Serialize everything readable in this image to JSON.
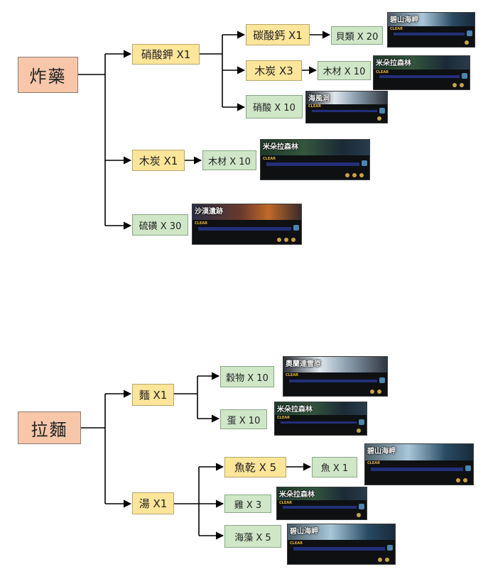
{
  "tree1": {
    "root": "炸藥",
    "potassium_nitrate": "硝酸鉀 X1",
    "calcium_carbonate": "碳酸鈣 X1",
    "shells": "貝類 X 20",
    "charcoal_a": "木炭 X3",
    "wood_a": "木材 X 10",
    "nitric_acid": "硝酸 X 10",
    "charcoal_b": "木炭 X1",
    "wood_b": "木材 X 10",
    "sulfur": "硫磺 X 30"
  },
  "tree2": {
    "root": "拉麵",
    "noodle": "麵 X1",
    "grain": "穀物 X 10",
    "egg": "蛋 X 10",
    "soup": "湯 X1",
    "dried_fish": "魚乾 X 5",
    "fish": "魚 X 1",
    "chicken": "雞 X 3",
    "seaweed": "海藻 X 5"
  },
  "cards": [
    {
      "title": "碧山海岬",
      "clear": "CLEAR"
    },
    {
      "title": "米朵拉森林",
      "clear": "CLEAR"
    },
    {
      "title": "海風洞",
      "clear": "CLEAR"
    },
    {
      "title": "米朵拉森林",
      "clear": "CLEAR"
    },
    {
      "title": "沙漠遺跡",
      "clear": "CLEAR"
    },
    {
      "title": "奧蘭達雪原",
      "clear": "CLEAR"
    },
    {
      "title": "米朵拉森林",
      "clear": "CLEAR"
    },
    {
      "title": "碧山海岬",
      "clear": "CLEAR"
    },
    {
      "title": "米朵拉森林",
      "clear": "CLEAR"
    },
    {
      "title": "碧山海岬",
      "clear": "CLEAR"
    }
  ],
  "colors": {
    "root": "#f8c7aa",
    "intermediate": "#fde599",
    "leaf": "#cfe6c7",
    "line": "#000000"
  }
}
